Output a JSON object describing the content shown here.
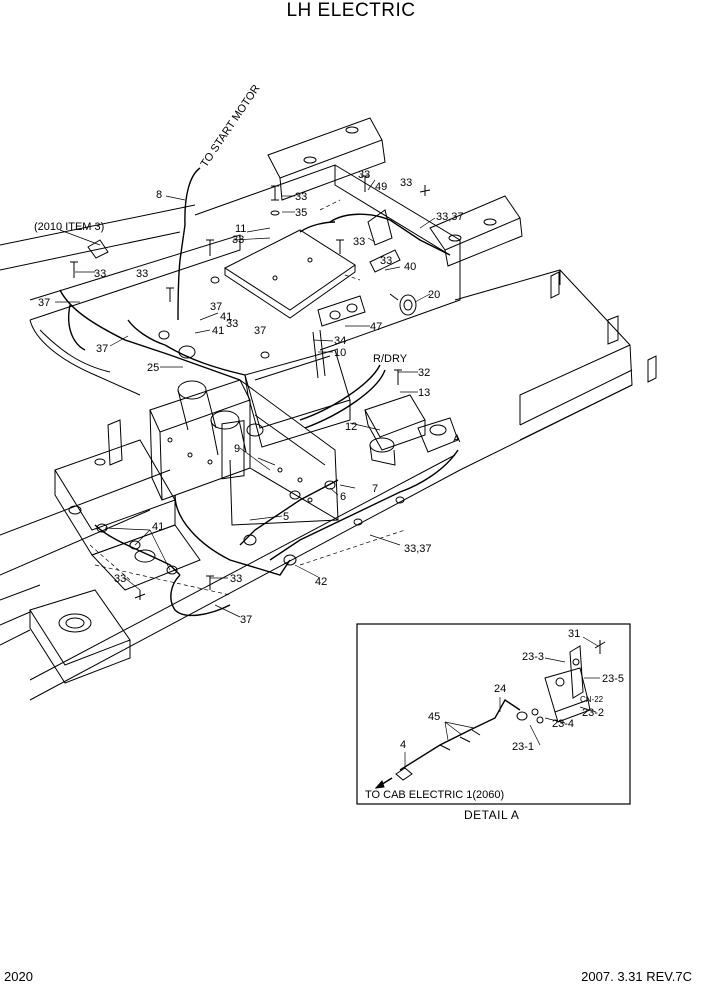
{
  "title": "LH ELECTRIC",
  "page_number": "2020",
  "revision": "2007. 3.31  REV.7C",
  "detail_caption": "DETAIL  A",
  "labels": {
    "to_start_motor": "TO START MOTOR",
    "ref_2010": "(2010 ITEM 3)",
    "r_dry": "R/DRY",
    "detail_ref": "A",
    "to_cab": "TO CAB ELECTRIC 1(2060)",
    "cn22": "CN-22"
  },
  "callouts": {
    "p8": "8",
    "p33a": "33",
    "p35": "35",
    "p11": "11",
    "p33b": "33",
    "p33c": "33",
    "p49": "49",
    "p33d": "33",
    "p3337a": "33,37",
    "p33e": "33",
    "p40": "40",
    "p20": "20",
    "p33f": "33",
    "p33g": "33",
    "p37a": "37",
    "p37b": "37",
    "p41a": "41",
    "p33h": "33",
    "p37c": "37",
    "p41b": "41",
    "p37d": "37",
    "p47": "47",
    "p34": "34",
    "p10": "10",
    "p25": "25",
    "p32": "32",
    "p13": "13",
    "p9": "9",
    "p12": "12",
    "p7": "7",
    "p6": "6",
    "p5": "5",
    "p3337b": "33,37",
    "p41c": "41",
    "p33i": "33",
    "p33j": "33",
    "p42": "42",
    "p37e": "37",
    "d31": "31",
    "d233": "23-3",
    "d235": "23-5",
    "d24": "24",
    "d232": "23-2",
    "d45": "45",
    "d234": "23-4",
    "d4": "4",
    "d231": "23-1"
  }
}
